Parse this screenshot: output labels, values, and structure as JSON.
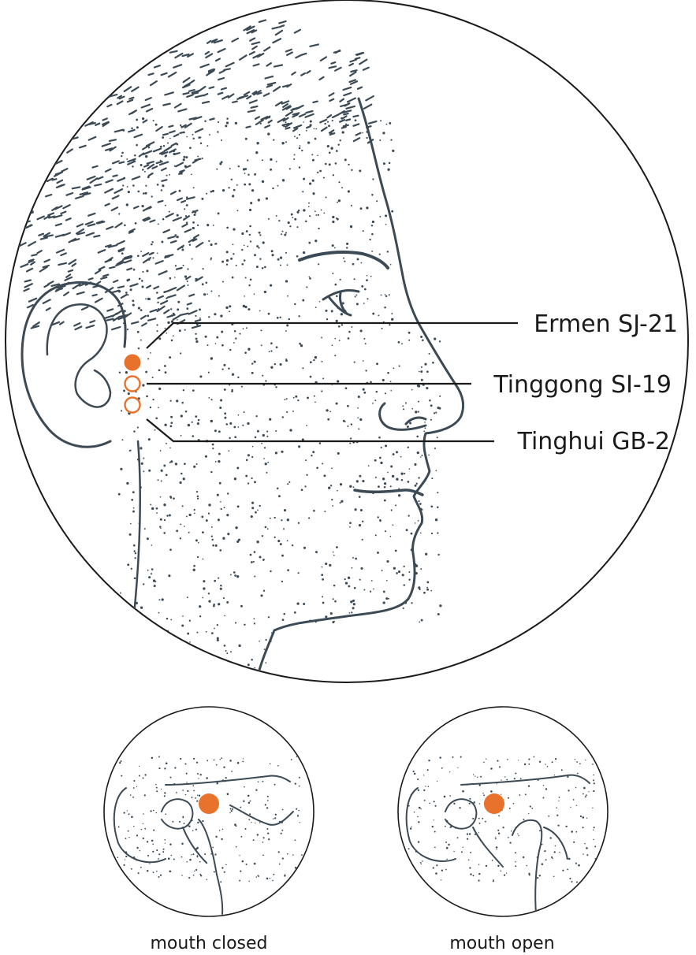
{
  "points": [
    {
      "label": "Ermen SJ-21",
      "marker": "filled"
    },
    {
      "label": "Tinggong SI-19",
      "marker": "hollow"
    },
    {
      "label": "Tinghui GB-2",
      "marker": "hollow"
    }
  ],
  "insets": [
    {
      "caption": "mouth closed"
    },
    {
      "caption": "mouth open"
    }
  ],
  "colors": {
    "accent": "#e8712b",
    "ink": "#3b4a55",
    "outline": "#1a1a1a"
  }
}
